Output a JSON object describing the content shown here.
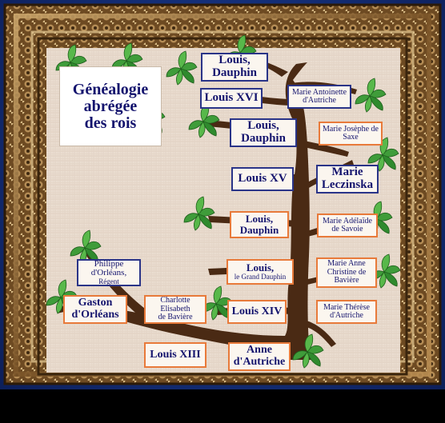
{
  "title_lines": [
    "Généalogie",
    "abrégée",
    "des rois"
  ],
  "people": {
    "louis_dauphin_1": [
      "Louis,",
      "Dauphin"
    ],
    "louis_xvi": [
      "Louis XVI"
    ],
    "marie_antoinette": [
      "Marie Antoinette",
      "d'Autriche"
    ],
    "louis_dauphin_2": [
      "Louis,",
      "Dauphin"
    ],
    "marie_josephe": [
      "Marie Josèphe de",
      "Saxe"
    ],
    "louis_xv": [
      "Louis XV"
    ],
    "marie_leczinska": [
      "Marie",
      "Leczinska"
    ],
    "louis_dauphin_3": [
      "Louis,",
      "Dauphin"
    ],
    "marie_adelaide": [
      "Marie Adélaïde",
      "de Savoie"
    ],
    "louis_grand_dauphin": [
      "Louis,",
      "le Grand Dauphin"
    ],
    "marie_anne_christine": [
      "Marie Anne",
      "Christine de",
      "Bavière"
    ],
    "philippe_orleans": [
      "Philippe",
      "d'Orléans,",
      "Régent"
    ],
    "gaston_orleans": [
      "Gaston",
      "d'Orléans"
    ],
    "charlotte_elisabeth": [
      "Charlotte",
      "Elisabeth",
      "de Bavière"
    ],
    "louis_xiv": [
      "Louis XIV"
    ],
    "marie_therese": [
      "Marie Thérèse",
      "d'Autriche"
    ],
    "louis_xiii": [
      "Louis XIII"
    ],
    "anne_autriche": [
      "Anne",
      "d'Autriche"
    ]
  }
}
